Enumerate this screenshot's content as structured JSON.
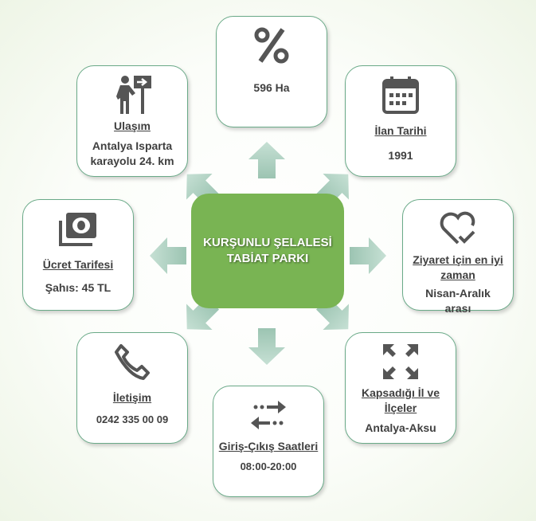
{
  "center": {
    "line1": "KURŞUNLU ŞELALESİ",
    "line2": "TABİAT PARKI"
  },
  "colors": {
    "center": "#79b453",
    "border": "#6aaa88",
    "arrow": "#a9cfc0",
    "text": "#404040"
  },
  "cards": {
    "area": {
      "icon": "percent-icon",
      "value": "596 Ha"
    },
    "declaration": {
      "icon": "calendar-icon",
      "title": "İlan Tarihi",
      "value": "1991"
    },
    "best_time": {
      "icon": "heart-check-icon",
      "title": "Ziyaret için en iyi zaman",
      "value": "Nisan-Aralık arası"
    },
    "coverage": {
      "icon": "expand-arrows-icon",
      "title": "Kapsadığı İl ve İlçeler",
      "value": "Antalya-Aksu"
    },
    "hours": {
      "icon": "exchange-arrows-icon",
      "title": "Giriş-Çıkış Saatleri",
      "value": "08:00-20:00"
    },
    "contact": {
      "icon": "phone-icon",
      "title": "İletişim",
      "value": "0242 335 00 09"
    },
    "fee": {
      "icon": "money-icon",
      "title": "Ücret Tarifesi",
      "value": "Şahıs: 45 TL"
    },
    "transport": {
      "icon": "hiker-sign-icon",
      "title": "Ulaşım",
      "value": "Antalya Isparta karayolu 24. km"
    }
  }
}
